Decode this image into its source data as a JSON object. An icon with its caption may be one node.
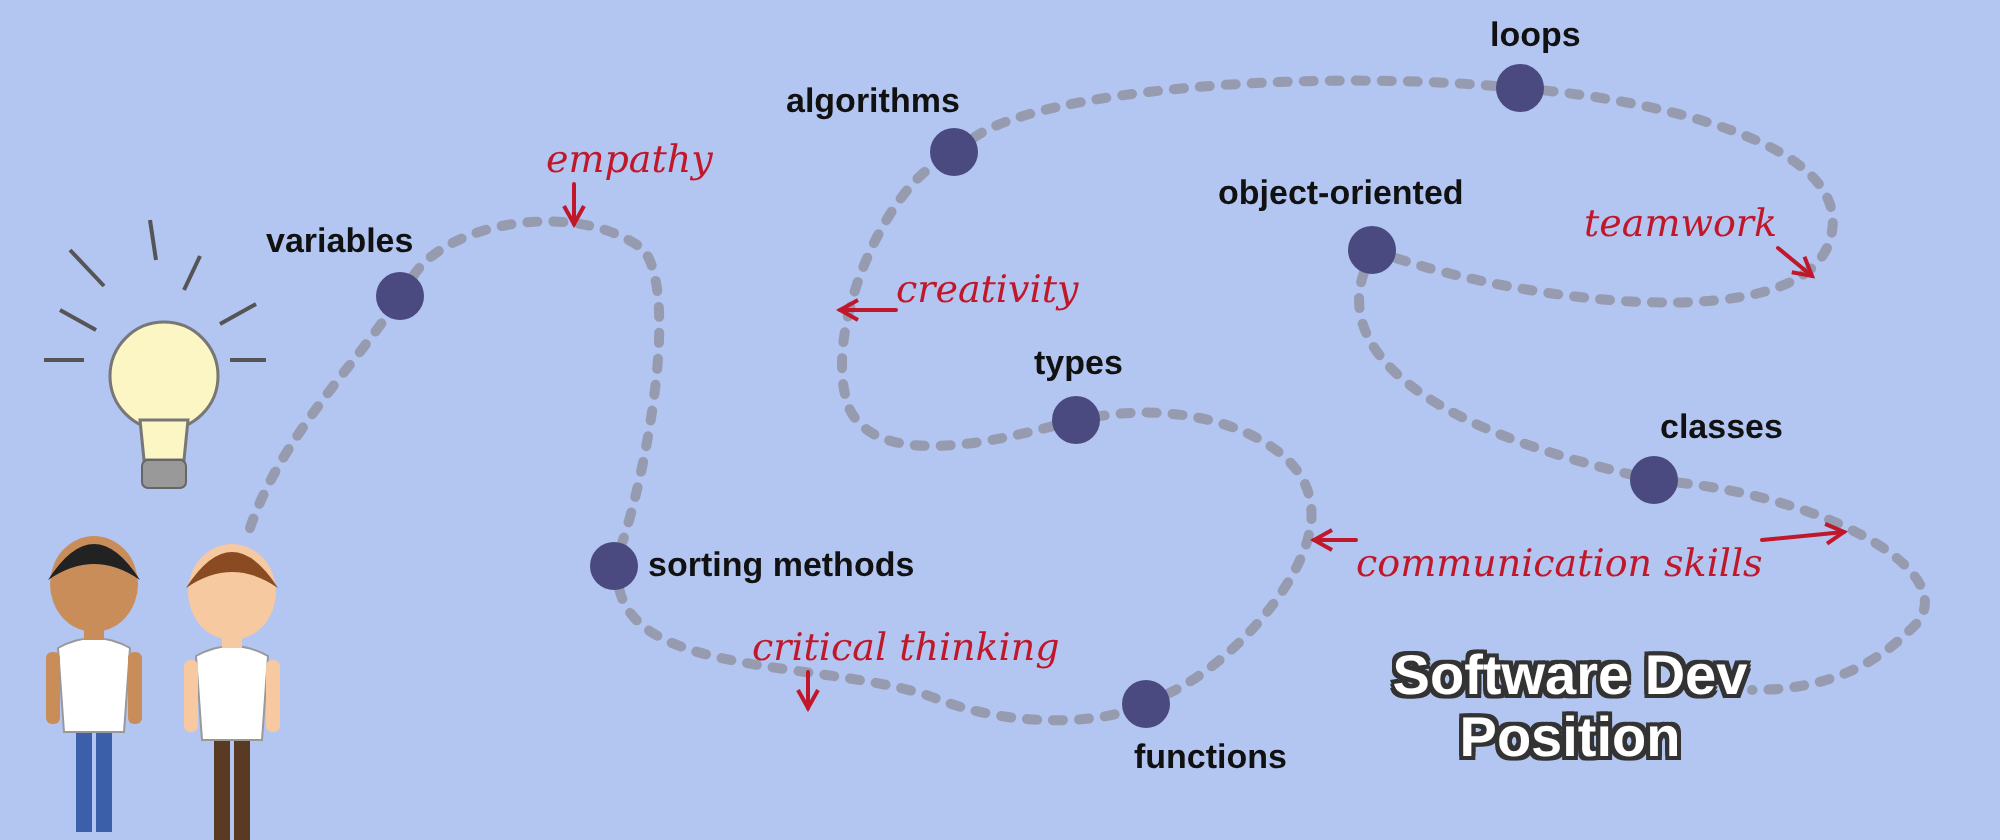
{
  "diagram": {
    "nodes": [
      {
        "text": [],
        "shape": "person"
      },
      {
        "text": [],
        "shape": "person"
      },
      {
        "text": [
          "variables"
        ]
      },
      {
        "text": [
          "sorting methods"
        ]
      },
      {
        "text": [
          "functions"
        ]
      },
      {
        "text": [
          "types"
        ]
      },
      {
        "text": [
          "algorithms"
        ]
      },
      {
        "text": [
          "loops"
        ]
      },
      {
        "text": [
          "object-oriented"
        ]
      },
      {
        "text": [
          "classes"
        ]
      },
      {
        "text": [
          "Software Dev Position"
        ]
      },
      {
        "text": [
          "empathy"
        ]
      },
      {
        "text": [
          "creativity"
        ]
      },
      {
        "text": [
          "teamwork"
        ]
      },
      {
        "text": [
          "critical thinking"
        ]
      },
      {
        "text": [
          "communication skills"
        ]
      }
    ],
    "edges": [
      {
        "from": 1,
        "to": 2,
        "arrow": "none",
        "style": "dashed"
      },
      {
        "from": 2,
        "to": 3,
        "arrow": "none",
        "style": "dashed"
      },
      {
        "from": 3,
        "to": 4,
        "arrow": "none",
        "style": "dashed"
      },
      {
        "from": 4,
        "to": 5,
        "arrow": "none",
        "style": "dashed"
      },
      {
        "from": 5,
        "to": 6,
        "arrow": "none",
        "style": "dashed"
      },
      {
        "from": 6,
        "to": 7,
        "arrow": "none",
        "style": "dashed"
      },
      {
        "from": 7,
        "to": 8,
        "arrow": "none",
        "style": "dashed"
      },
      {
        "from": 8,
        "to": 9,
        "arrow": "none",
        "style": "dashed"
      },
      {
        "from": 9,
        "to": 10,
        "arrow": "none",
        "style": "dashed"
      },
      {
        "from": 11,
        "to": null,
        "arrow": "to",
        "color": "#c0182a"
      },
      {
        "from": 12,
        "to": null,
        "arrow": "to",
        "color": "#c0182a"
      },
      {
        "from": 13,
        "to": null,
        "arrow": "to",
        "color": "#c0182a"
      },
      {
        "from": 14,
        "to": null,
        "arrow": "to",
        "color": "#c0182a"
      },
      {
        "from": 15,
        "to": null,
        "arrow": "to",
        "color": "#c0182a"
      },
      {
        "from": 15,
        "to": null,
        "arrow": "to",
        "color": "#c0182a"
      }
    ]
  }
}
